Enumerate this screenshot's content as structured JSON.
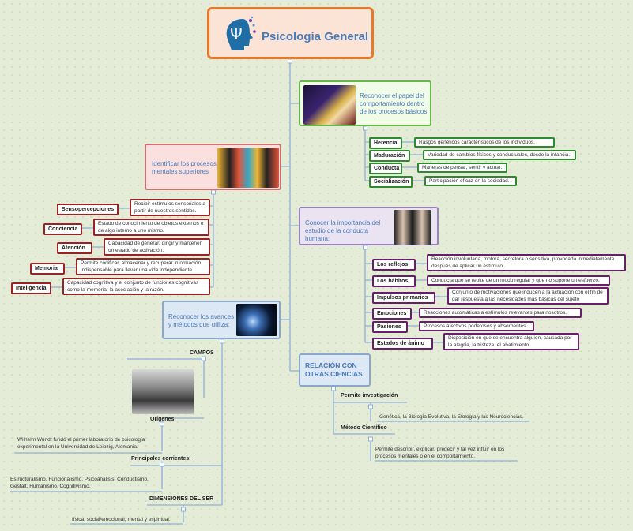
{
  "title": "Psicología General",
  "branches": {
    "green": {
      "label": "Reconocer el papel del comportamiento dentro de los procesos básicos",
      "items": [
        {
          "label": "Herencia",
          "desc": "Rasgos genéticos característicos de los individuos."
        },
        {
          "label": "Maduración",
          "desc": "Variedad de cambios físicos y conductuales, desde la infancia."
        },
        {
          "label": "Conducta",
          "desc": "Maneras de pensar, sentir y actuar."
        },
        {
          "label": "Socialización",
          "desc": "Participación eficaz en la sociedad."
        }
      ]
    },
    "red": {
      "label": "Identificar los procesos mentales superiores",
      "items": [
        {
          "label": "Sensopercepciones",
          "desc": "Recibir estímulos sensoriales a partir de nuestros sentidos."
        },
        {
          "label": "Conciencia",
          "desc": "Estado de conocimiento de objetos externos o de algo interno a uno mismo."
        },
        {
          "label": "Atención",
          "desc": "Capacidad de generar, dirigir y mantener un estado de activación."
        },
        {
          "label": "Memoria",
          "desc": "Permite codificar, almacenar y recuperar información indispensable para  llevar una vida independiente."
        },
        {
          "label": "Inteligencia",
          "desc": "Capacidad cognitiva y el conjunto de funciones cognitivas como la memoria, la asociación y la razón."
        }
      ]
    },
    "purple": {
      "label": "Conocer la importancia del estudio de la conducta humana:",
      "items": [
        {
          "label": "Los reflejos",
          "desc": "Reacción involuntaria, motora, secretora o sensitiva, provocada inmediatamente después de aplicar un estímulo."
        },
        {
          "label": "Los hábitos",
          "desc": "Conducta que se repite de un modo regular y que no supone un esfuerzo."
        },
        {
          "label": "Impulsos primarios",
          "desc": "Conjunto de motivaciones que inducen a la actuación con el fin de dar respuesta a las necesidades más básicas del sujeto"
        },
        {
          "label": "Emociones",
          "desc": "Reacciones automáticas a estímulos relevantes para nosotros."
        },
        {
          "label": "Pasiones",
          "desc": "Procesos afectivos poderosos y absorbentes."
        },
        {
          "label": "Estados de ánimo",
          "desc": "Disposición en que se encuentra alguien, causada por la alegría, la tristeza, el abatimiento."
        }
      ]
    },
    "blue1": {
      "label": "Reconocer los avances y métodos que utiliza:",
      "campos": "CAMPOS",
      "origenes": "Orígenes",
      "origenes_desc": "Wilhelm Wundt fundó el primer laboratorio de psicología experimental en la Universidad de Leipzig, Alemania.",
      "corrientes": "Principales corrientes:",
      "corrientes_desc": "Estructuralismo, Funcionalismo, Psicoanálisis, Conductismo, Gestalt, Humanismo, Cognitivismo.",
      "dimensiones": "DIMENSIONES DEL SER",
      "dimensiones_desc": "física, social/emocional, mental y espiritual."
    },
    "blue2": {
      "label": "RELACIÓN CON OTRAS CIENCIAS",
      "investigacion": "Permite investigación",
      "investigacion_desc": "Genética, la Biología Evolutiva, la Etología y las Neurociencias.",
      "metodo": "Método Científico",
      "metodo_desc": "Permite  describir, explicar, predecir y tal vez influir en los procesos mentales o en el comportamiento."
    }
  },
  "colors": {
    "title_border": "#e8782a",
    "green": "#2f8a2f",
    "red": "#9b2222",
    "purple": "#6a1d6a",
    "blue": "#8aa8cd",
    "line": "#8fb0d6"
  }
}
